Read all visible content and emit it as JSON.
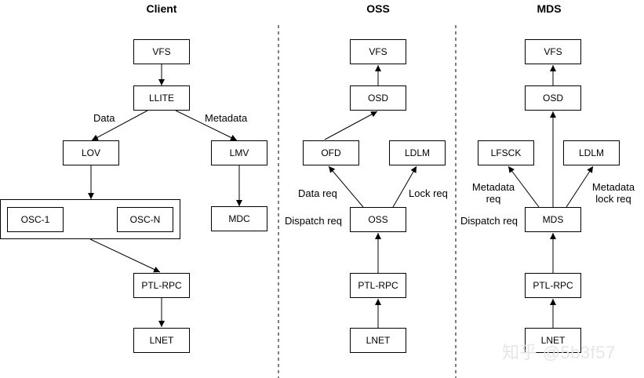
{
  "titles": {
    "client": "Client",
    "oss": "OSS",
    "mds": "MDS"
  },
  "client": {
    "vfs": "VFS",
    "llite": "LLITE",
    "lov": "LOV",
    "lmv": "LMV",
    "osc1": "OSC-1",
    "oscn": "OSC-N",
    "mdc": "MDC",
    "ptlrpc": "PTL-RPC",
    "lnet": "LNET",
    "label_data": "Data",
    "label_metadata": "Metadata"
  },
  "oss": {
    "vfs": "VFS",
    "osd": "OSD",
    "ofd": "OFD",
    "ldlm": "LDLM",
    "oss": "OSS",
    "ptlrpc": "PTL-RPC",
    "lnet": "LNET",
    "label_data_req": "Data req",
    "label_lock_req": "Lock req",
    "label_dispatch_req": "Dispatch req"
  },
  "mds": {
    "vfs": "VFS",
    "osd": "OSD",
    "lfsck": "LFSCK",
    "ldlm": "LDLM",
    "mds": "MDS",
    "ptlrpc": "PTL-RPC",
    "lnet": "LNET",
    "label_metadata_req_1": "Metadata",
    "label_metadata_req_2": "req",
    "label_metadata_lock_req_1": "Metadata",
    "label_metadata_lock_req_2": "lock req",
    "label_dispatch_req": "Dispatch req"
  },
  "watermark": "知乎 @5b3f57"
}
